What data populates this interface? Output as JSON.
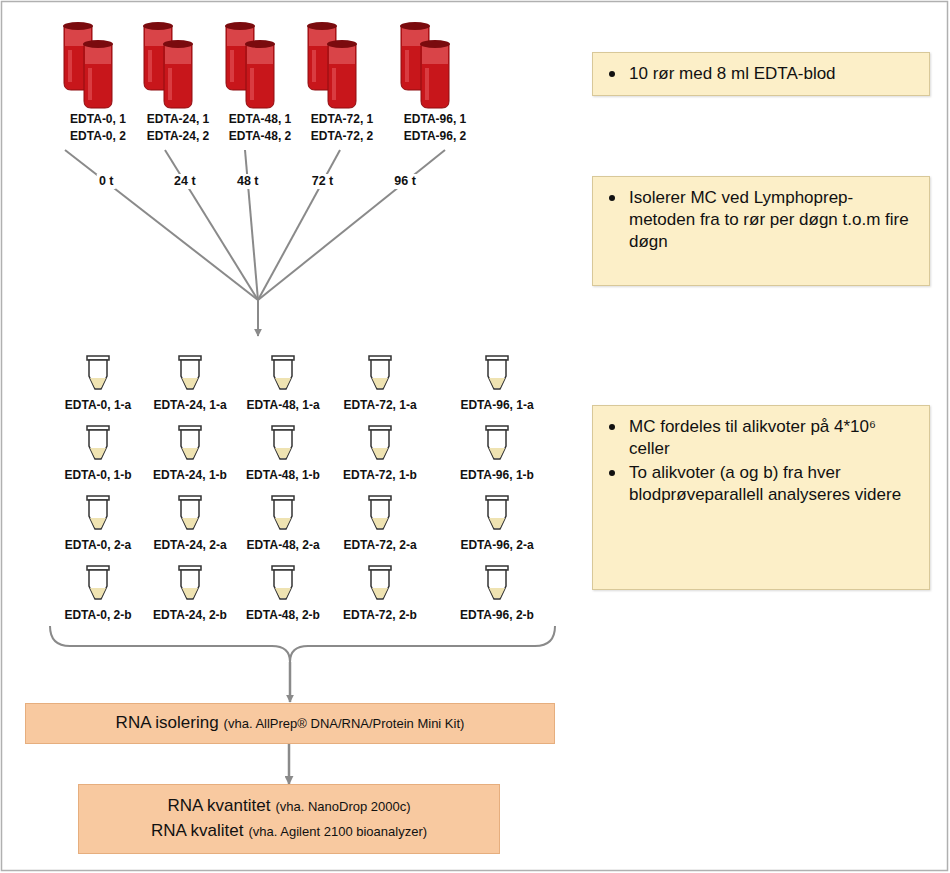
{
  "diagram": {
    "nodes": [
      {
        "text": [
          "10 rør med 8 ml EDTA-blod"
        ]
      },
      {
        "text": [
          "Isolerer MC ved Lymphoprep-metoden fra to rør per døgn t.o.m fire døgn"
        ]
      },
      {
        "text": [
          "MC fordeles til alikvoter på 4*10⁶ celler",
          "To alikvoter (a og b) fra hver blodprøveparallell analyseres videre"
        ]
      },
      {
        "text": [
          "RNA isolering",
          "(vha. AllPrep® DNA/RNA/Protein Mini Kit)"
        ]
      },
      {
        "text": [
          "RNA kvantitet",
          "(vha. NanoDrop 2000c)",
          "RNA kvalitet",
          "(vha. Agilent 2100 bioanalyzer)"
        ]
      }
    ],
    "edges": [
      {
        "from": 3,
        "to": 4,
        "arrow": "to"
      }
    ],
    "labels": [
      "EDTA-0, 1",
      "EDTA-0, 2",
      "EDTA-24, 1",
      "EDTA-24, 2",
      "EDTA-48, 1",
      "EDTA-48, 2",
      "EDTA-72, 1",
      "EDTA-72, 2",
      "EDTA-96, 1",
      "EDTA-96, 2",
      "0 t",
      "24 t",
      "48 t",
      "72 t",
      "96 t",
      "EDTA-0, 1-a",
      "EDTA-24, 1-a",
      "EDTA-48, 1-a",
      "EDTA-72, 1-a",
      "EDTA-96, 1-a",
      "EDTA-0, 1-b",
      "EDTA-24, 1-b",
      "EDTA-48, 1-b",
      "EDTA-72, 1-b",
      "EDTA-96, 1-b",
      "EDTA-0, 2-a",
      "EDTA-24, 2-a",
      "EDTA-48, 2-a",
      "EDTA-72, 2-a",
      "EDTA-96, 2-a",
      "EDTA-0, 2-b",
      "EDTA-24, 2-b",
      "EDTA-48, 2-b",
      "EDTA-72, 2-b",
      "EDTA-96, 2-b"
    ]
  }
}
